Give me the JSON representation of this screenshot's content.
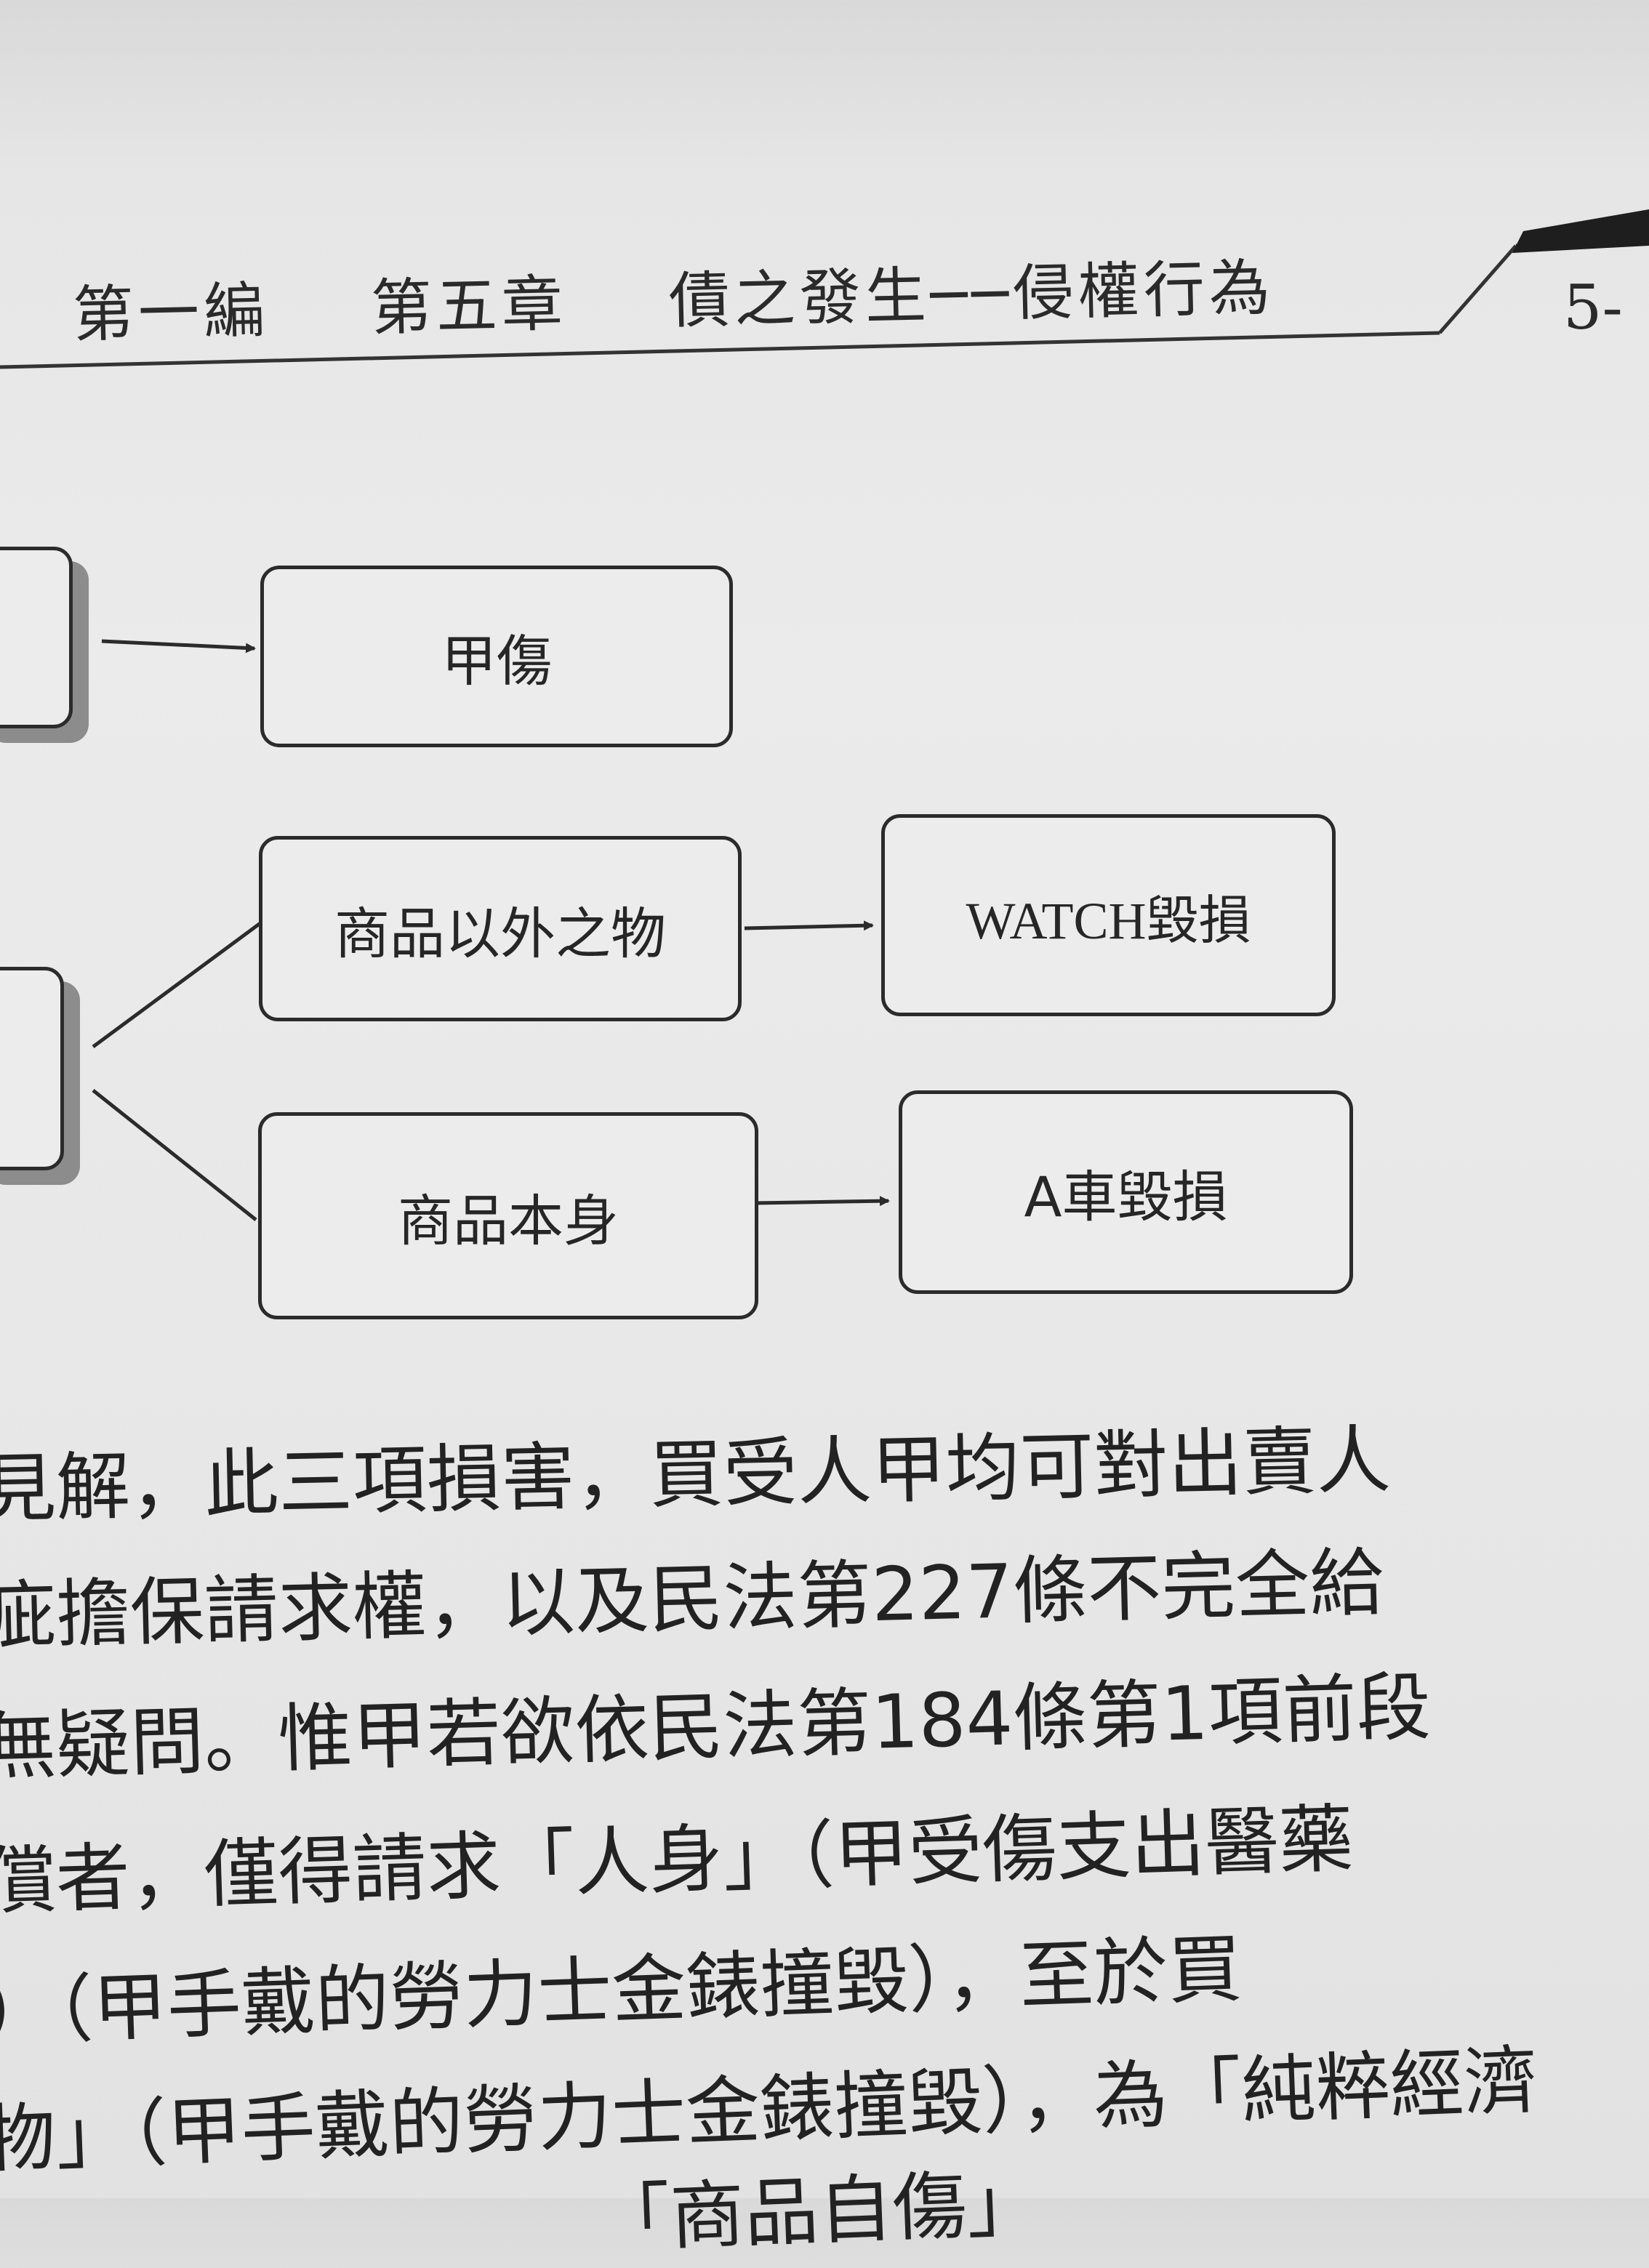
{
  "header": {
    "part": "第一編",
    "chapter": "第五章",
    "title": "債之發生──侵權行為",
    "page": "5-"
  },
  "diagram": {
    "box_injury": "甲傷",
    "box_other_goods": "商品以外之物",
    "box_watch": "WATCH毀損",
    "box_product_itself": "商品本身",
    "box_car": "A車毀損"
  },
  "body": {
    "lines": [
      "見解，此三項損害，買受人甲均可對出賣人",
      "疵擔保請求權，以及民法第227條不完全給",
      "無疑問。惟甲若欲依民法第184條第1項前段",
      "償者，僅得請求「人身」（甲受傷支出醫藥",
      "）（甲手戴的勞力士金錶撞毀），至於買",
      "物」（甲手戴的勞力士金錶撞毀），為「純粹經濟",
      "「商品自傷」"
    ]
  }
}
